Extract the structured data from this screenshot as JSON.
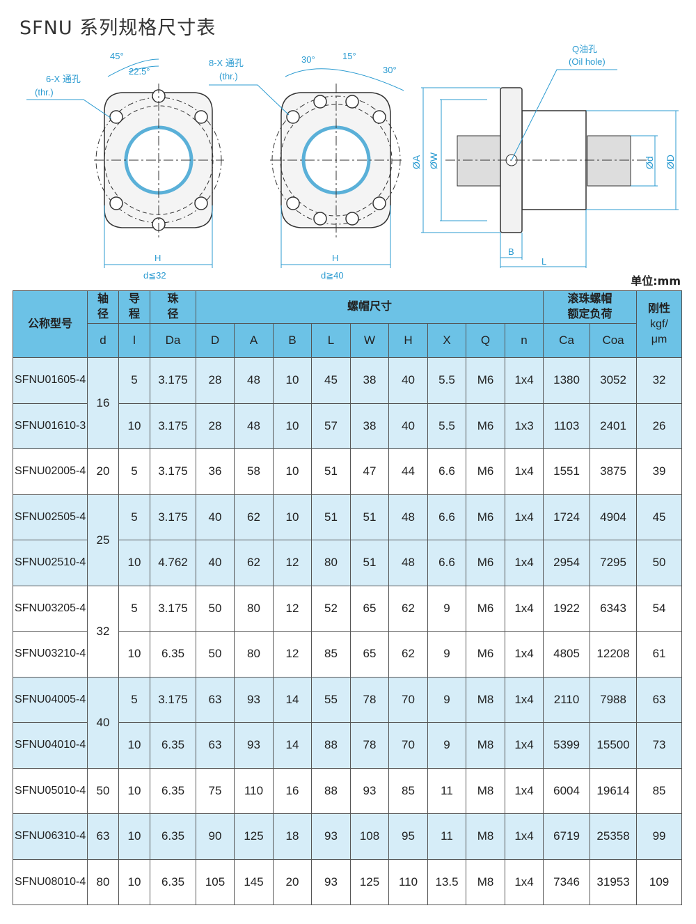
{
  "title": "SFNU 系列规格尺寸表",
  "drawing": {
    "left": {
      "hole_label": "6-X 通孔",
      "thr": "(thr.)",
      "angle1": "45°",
      "angle2": "22.5°",
      "h_label": "H",
      "cond": "d≦32"
    },
    "mid": {
      "hole_label": "8-X 通孔",
      "thr": "(thr.)",
      "angle1": "30°",
      "angle2": "15°",
      "angle3": "30°",
      "h_label": "H",
      "cond": "d≧40"
    },
    "side": {
      "oil_label": "Q油孔",
      "oil_en": "(Oil hole)",
      "A": "ØA",
      "W": "ØW",
      "d": "Ød",
      "D": "ØD",
      "B": "B",
      "L": "L"
    }
  },
  "unit": "单位:mm",
  "table": {
    "headers": {
      "model": "公称型号",
      "shaft": "轴径",
      "shaft_sym": "d",
      "lead": "导程",
      "lead_sym": "l",
      "ball": "珠径",
      "ball_sym": "Da",
      "nut": "螺帽尺寸",
      "load": "滚珠螺帽额定负荷",
      "stiff": "刚性",
      "stiff_unit": "kgf/μm",
      "cols": [
        "D",
        "A",
        "B",
        "L",
        "W",
        "H",
        "X",
        "Q",
        "n",
        "Ca",
        "Coa"
      ]
    },
    "rows": [
      {
        "model": "SFNU01605-4",
        "d": "16",
        "l": "5",
        "Da": "3.175",
        "D": "28",
        "A": "48",
        "B": "10",
        "L": "45",
        "W": "38",
        "H": "40",
        "X": "5.5",
        "Q": "M6",
        "n": "1x4",
        "Ca": "1380",
        "Coa": "3052",
        "k": "32"
      },
      {
        "model": "SFNU01610-3",
        "d": "16",
        "l": "10",
        "Da": "3.175",
        "D": "28",
        "A": "48",
        "B": "10",
        "L": "57",
        "W": "38",
        "H": "40",
        "X": "5.5",
        "Q": "M6",
        "n": "1x3",
        "Ca": "1103",
        "Coa": "2401",
        "k": "26"
      },
      {
        "model": "SFNU02005-4",
        "d": "20",
        "l": "5",
        "Da": "3.175",
        "D": "36",
        "A": "58",
        "B": "10",
        "L": "51",
        "W": "47",
        "H": "44",
        "X": "6.6",
        "Q": "M6",
        "n": "1x4",
        "Ca": "1551",
        "Coa": "3875",
        "k": "39"
      },
      {
        "model": "SFNU02505-4",
        "d": "25",
        "l": "5",
        "Da": "3.175",
        "D": "40",
        "A": "62",
        "B": "10",
        "L": "51",
        "W": "51",
        "H": "48",
        "X": "6.6",
        "Q": "M6",
        "n": "1x4",
        "Ca": "1724",
        "Coa": "4904",
        "k": "45"
      },
      {
        "model": "SFNU02510-4",
        "d": "25",
        "l": "10",
        "Da": "4.762",
        "D": "40",
        "A": "62",
        "B": "12",
        "L": "80",
        "W": "51",
        "H": "48",
        "X": "6.6",
        "Q": "M6",
        "n": "1x4",
        "Ca": "2954",
        "Coa": "7295",
        "k": "50"
      },
      {
        "model": "SFNU03205-4",
        "d": "32",
        "l": "5",
        "Da": "3.175",
        "D": "50",
        "A": "80",
        "B": "12",
        "L": "52",
        "W": "65",
        "H": "62",
        "X": "9",
        "Q": "M6",
        "n": "1x4",
        "Ca": "1922",
        "Coa": "6343",
        "k": "54"
      },
      {
        "model": "SFNU03210-4",
        "d": "32",
        "l": "10",
        "Da": "6.35",
        "D": "50",
        "A": "80",
        "B": "12",
        "L": "85",
        "W": "65",
        "H": "62",
        "X": "9",
        "Q": "M6",
        "n": "1x4",
        "Ca": "4805",
        "Coa": "12208",
        "k": "61"
      },
      {
        "model": "SFNU04005-4",
        "d": "40",
        "l": "5",
        "Da": "3.175",
        "D": "63",
        "A": "93",
        "B": "14",
        "L": "55",
        "W": "78",
        "H": "70",
        "X": "9",
        "Q": "M8",
        "n": "1x4",
        "Ca": "2110",
        "Coa": "7988",
        "k": "63"
      },
      {
        "model": "SFNU04010-4",
        "d": "40",
        "l": "10",
        "Da": "6.35",
        "D": "63",
        "A": "93",
        "B": "14",
        "L": "88",
        "W": "78",
        "H": "70",
        "X": "9",
        "Q": "M8",
        "n": "1x4",
        "Ca": "5399",
        "Coa": "15500",
        "k": "73"
      },
      {
        "model": "SFNU05010-4",
        "d": "50",
        "l": "10",
        "Da": "6.35",
        "D": "75",
        "A": "110",
        "B": "16",
        "L": "88",
        "W": "93",
        "H": "85",
        "X": "11",
        "Q": "M8",
        "n": "1x4",
        "Ca": "6004",
        "Coa": "19614",
        "k": "85"
      },
      {
        "model": "SFNU06310-4",
        "d": "63",
        "l": "10",
        "Da": "6.35",
        "D": "90",
        "A": "125",
        "B": "18",
        "L": "93",
        "W": "108",
        "H": "95",
        "X": "11",
        "Q": "M8",
        "n": "1x4",
        "Ca": "6719",
        "Coa": "25358",
        "k": "99"
      },
      {
        "model": "SFNU08010-4",
        "d": "80",
        "l": "10",
        "Da": "6.35",
        "D": "105",
        "A": "145",
        "B": "20",
        "L": "93",
        "W": "125",
        "H": "110",
        "X": "13.5",
        "Q": "M8",
        "n": "1x4",
        "Ca": "7346",
        "Coa": "31953",
        "k": "109"
      }
    ]
  }
}
